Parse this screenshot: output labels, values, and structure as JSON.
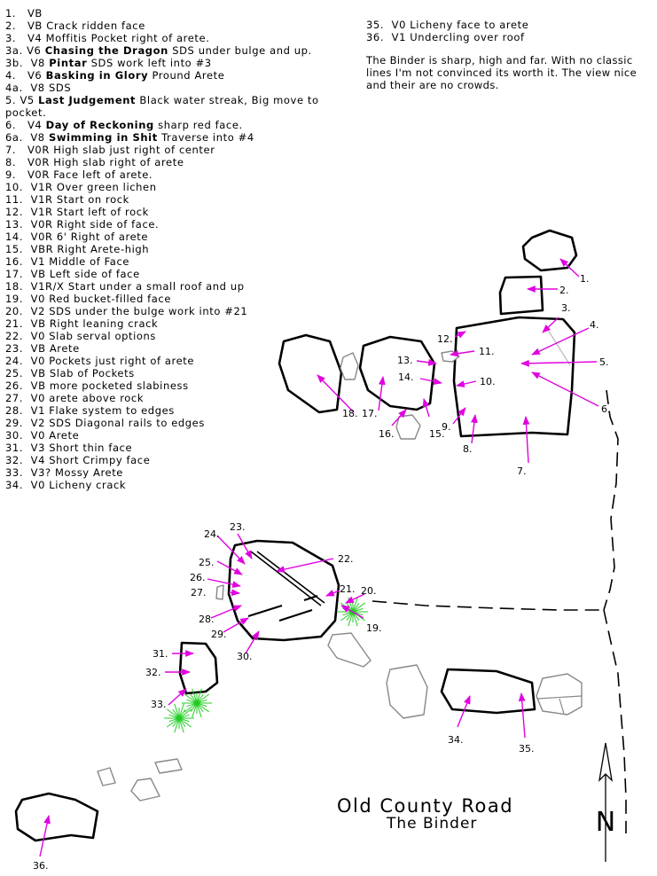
{
  "title": "Old County Road",
  "subtitle": "The Binder",
  "north_label": "N",
  "routes": [
    {
      "num": "1.",
      "grade": "VB",
      "name": "",
      "desc": ""
    },
    {
      "num": "2.",
      "grade": "VB",
      "name": "",
      "desc": "Crack ridden face"
    },
    {
      "num": "3.",
      "grade": "V4",
      "name": "",
      "desc": "Moffitis Pocket right of arete."
    },
    {
      "num": "3a.",
      "grade": "V6",
      "name": "Chasing the Dragon",
      "desc": "SDS under bulge and up."
    },
    {
      "num": "3b.",
      "grade": "V8",
      "name": "Pintar",
      "desc": "SDS work left into #3"
    },
    {
      "num": "4.",
      "grade": "V6",
      "name": "Basking in Glory",
      "desc": "Pround Arete"
    },
    {
      "num": "4a.",
      "grade": "V8",
      "name": "",
      "desc": "SDS"
    },
    {
      "num": "5.",
      "grade": "V5",
      "name": "Last Judgement",
      "desc": "Black water streak, Big move to pocket."
    },
    {
      "num": "6.",
      "grade": "V4",
      "name": "Day of Reckoning",
      "desc": "sharp red face."
    },
    {
      "num": "6a.",
      "grade": "V8",
      "name": "Swimming in Shit",
      "desc": "Traverse into #4"
    },
    {
      "num": "7.",
      "grade": "V0R",
      "name": "",
      "desc": "High slab just right of center"
    },
    {
      "num": "8.",
      "grade": "V0R",
      "name": "",
      "desc": "High slab right of arete"
    },
    {
      "num": "9.",
      "grade": "V0R",
      "name": "",
      "desc": "Face left of arete."
    },
    {
      "num": "10.",
      "grade": "V1R",
      "name": "",
      "desc": "Over green lichen"
    },
    {
      "num": "11.",
      "grade": "V1R",
      "name": "",
      "desc": "Start on rock"
    },
    {
      "num": "12.",
      "grade": "V1R",
      "name": "",
      "desc": "Start left of rock"
    },
    {
      "num": "13.",
      "grade": "V0R",
      "name": "",
      "desc": "Right side of face."
    },
    {
      "num": "14.",
      "grade": "V0R",
      "name": "",
      "desc": "6' Right of arete"
    },
    {
      "num": "15.",
      "grade": "VBR",
      "name": "",
      "desc": "Right Arete-high"
    },
    {
      "num": "16.",
      "grade": "V1",
      "name": "",
      "desc": "Middle of Face"
    },
    {
      "num": "17.",
      "grade": "VB",
      "name": "",
      "desc": "Left side of face"
    },
    {
      "num": "18.",
      "grade": "V1R/X",
      "name": "",
      "desc": "Start under a small roof and up"
    },
    {
      "num": "19.",
      "grade": "V0",
      "name": "",
      "desc": "Red bucket-filled face"
    },
    {
      "num": "20.",
      "grade": "V2",
      "name": "",
      "desc": "SDS under the bulge work into #21"
    },
    {
      "num": "21.",
      "grade": "VB",
      "name": "",
      "desc": "Right leaning crack"
    },
    {
      "num": "22.",
      "grade": "V0",
      "name": "",
      "desc": "Slab serval options"
    },
    {
      "num": "23.",
      "grade": "VB",
      "name": "",
      "desc": "Arete"
    },
    {
      "num": "24.",
      "grade": "V0",
      "name": "",
      "desc": "Pockets just right of arete"
    },
    {
      "num": "25.",
      "grade": "VB",
      "name": "",
      "desc": "Slab of Pockets"
    },
    {
      "num": "26.",
      "grade": "VB",
      "name": "",
      "desc": "more pocketed slabiness"
    },
    {
      "num": "27.",
      "grade": "V0",
      "name": "",
      "desc": "arete above rock"
    },
    {
      "num": "28.",
      "grade": "V1",
      "name": "",
      "desc": "Flake system to edges"
    },
    {
      "num": "29.",
      "grade": "V2",
      "name": "",
      "desc": "SDS Diagonal rails to edges"
    },
    {
      "num": "30.",
      "grade": "V0",
      "name": "",
      "desc": "Arete"
    },
    {
      "num": "31.",
      "grade": "V3",
      "name": "",
      "desc": "Short thin face"
    },
    {
      "num": "32.",
      "grade": "V4",
      "name": "",
      "desc": "Short Crimpy face"
    },
    {
      "num": "33.",
      "grade": "V3?",
      "name": "",
      "desc": "Mossy Arete"
    },
    {
      "num": "34.",
      "grade": "V0",
      "name": "",
      "desc": "Licheny crack"
    },
    {
      "num": "35.",
      "grade": "V0",
      "name": "",
      "desc": "Licheny face to arete"
    },
    {
      "num": "36.",
      "grade": "V1",
      "name": "",
      "desc": "Undercling over roof"
    }
  ],
  "note": "The Binder is sharp, high and far.  With no classic lines I'm not convinced its worth it.  The view nice and their are no crowds.",
  "map_labels": [
    "1.",
    "2.",
    "3.",
    "4.",
    "5.",
    "6.",
    "7.",
    "8.",
    "9.",
    "10.",
    "11.",
    "12.",
    "13.",
    "14.",
    "15.",
    "16.",
    "17.",
    "18.",
    "19.",
    "20.",
    "21.",
    "22.",
    "23.",
    "24.",
    "25.",
    "26.",
    "27.",
    "28.",
    "29.",
    "30.",
    "31.",
    "32.",
    "33.",
    "34.",
    "35.",
    "36."
  ],
  "colors": {
    "arrow": "#e000e0",
    "boulder": "#000000",
    "small_rock": "#888888",
    "tree": "#22cc22"
  }
}
